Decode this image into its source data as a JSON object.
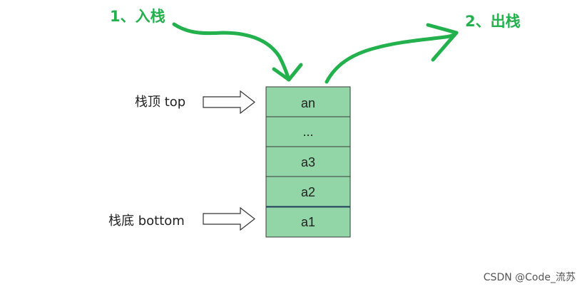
{
  "diagram": {
    "push_label": "1、入栈",
    "pop_label": "2、出栈",
    "top_label": "栈顶 top",
    "bottom_label": "栈底 bottom",
    "cells": [
      "an",
      "...",
      "a3",
      "a2",
      "a1"
    ],
    "watermark": "CSDN @Code_流苏"
  },
  "colors": {
    "cell_fill": "#92d6a7",
    "cell_border": "#3a3a3a",
    "accent_green": "#22b14c"
  }
}
